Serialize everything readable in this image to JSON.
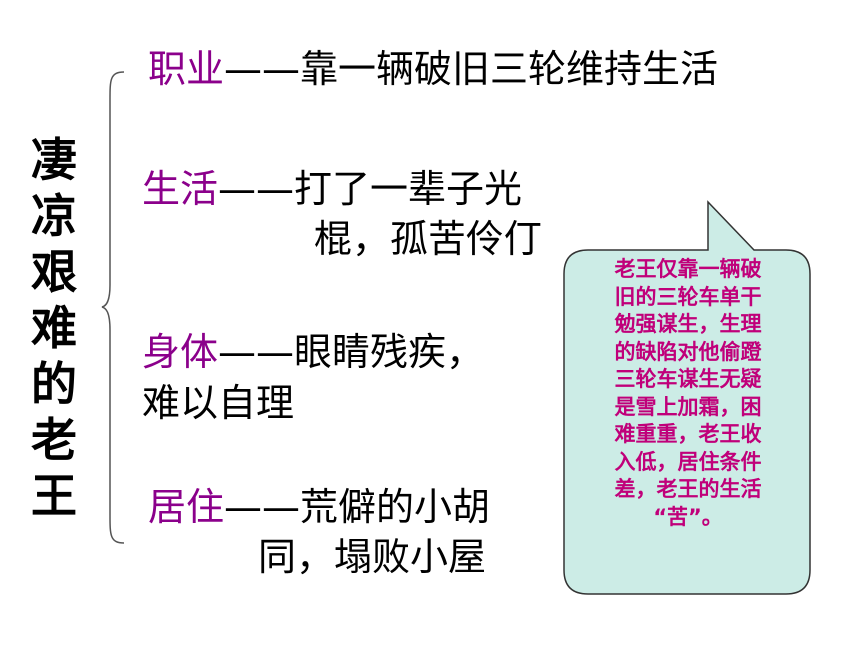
{
  "title_vertical": [
    "凄",
    "凉",
    "艰",
    "难",
    "的",
    "老",
    "王"
  ],
  "items": [
    {
      "key": "职业",
      "dash": "——",
      "text1": "靠一辆破旧三轮维持生活",
      "text2": ""
    },
    {
      "key": "生活",
      "dash": "——",
      "text1": "打了一辈子光",
      "text2": "棍，孤苦伶仃"
    },
    {
      "key": "身体",
      "dash": "——",
      "text1": "眼睛残疾，",
      "text2": "难以自理"
    },
    {
      "key": "居住",
      "dash": "——",
      "text1": "荒僻的小胡",
      "text2": "同，塌败小屋"
    }
  ],
  "callout_lines": [
    "老王仅靠一辆破",
    "旧的三轮车单干",
    "勉强谋生，生理",
    "的缺陷对他偷蹬",
    "三轮车谋生无疑",
    "是雪上加霜，困",
    "难重重，老王收",
    "入低，居住条件",
    "差，老王的生活",
    "“苦”。"
  ],
  "colors": {
    "key": "#8b008b",
    "callout_text": "#c0007a",
    "callout_fill": "#ccece6",
    "text": "#000000"
  }
}
